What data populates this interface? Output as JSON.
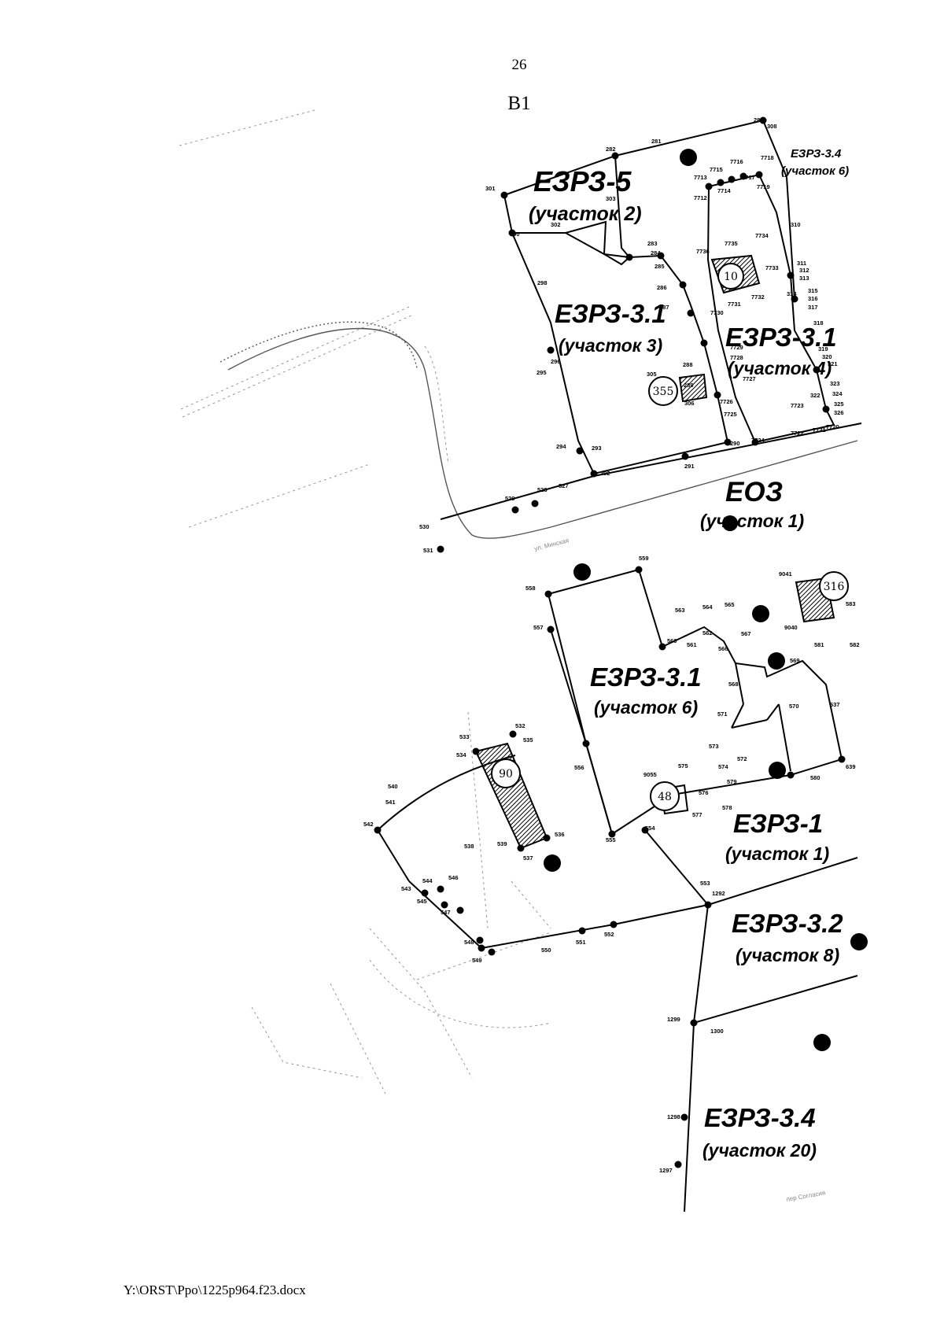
{
  "page": {
    "number": "26",
    "sheet": "В1",
    "footer_path": "Y:\\ORST\\Ppo\\1225p964.f23.docx"
  },
  "map": {
    "zones": [
      {
        "name": "ЕЗРЗ-5",
        "plot": "(участок 2)"
      },
      {
        "name": "ЕЗРЗ-3.4",
        "plot": "(участок 6)"
      },
      {
        "name": "ЕЗРЗ-3.1",
        "plot": "(участок 3)"
      },
      {
        "name": "ЕЗРЗ-3.1",
        "plot": "(участок 4)"
      },
      {
        "name": "ЕОЗ",
        "plot": "(участок 1)"
      },
      {
        "name": "ЕЗРЗ-3.1",
        "plot": "(участок 6)"
      },
      {
        "name": "ЕЗРЗ-1",
        "plot": "(участок 1)"
      },
      {
        "name": "ЕЗРЗ-3.2",
        "plot": "(участок 8)"
      },
      {
        "name": "ЕЗРЗ-3.4",
        "plot": "(участок 20)"
      }
    ],
    "objects": [
      "10",
      "355",
      "316",
      "90",
      "48"
    ],
    "point_labels": [
      "280",
      "308",
      "281",
      "282",
      "301",
      "302",
      "303",
      "300",
      "298",
      "296",
      "295",
      "294",
      "293",
      "292",
      "283",
      "284",
      "285",
      "286",
      "287",
      "288",
      "289",
      "290",
      "291",
      "305",
      "306",
      "7715",
      "7716",
      "7718",
      "7713",
      "7714",
      "7717",
      "7719",
      "7712",
      "7736",
      "7735",
      "7734",
      "7733",
      "7732",
      "7731",
      "7730",
      "7729",
      "7728",
      "7727",
      "7726",
      "7725",
      "7724",
      "7723",
      "7722",
      "7721",
      "7720",
      "310",
      "311",
      "312",
      "313",
      "314",
      "315",
      "316",
      "317",
      "318",
      "319",
      "320",
      "321",
      "322",
      "323",
      "324",
      "325",
      "326",
      "527",
      "528",
      "529",
      "530",
      "531",
      "559",
      "558",
      "557",
      "556",
      "555",
      "554",
      "553",
      "1292",
      "563",
      "564",
      "565",
      "562",
      "561",
      "560",
      "566",
      "567",
      "568",
      "569",
      "570",
      "571",
      "572",
      "573",
      "574",
      "575",
      "576",
      "577",
      "578",
      "579",
      "580",
      "581",
      "582",
      "583",
      "637",
      "639",
      "9041",
      "9040",
      "9055",
      "532",
      "533",
      "534",
      "535",
      "536",
      "537",
      "538",
      "539",
      "540",
      "541",
      "542",
      "543",
      "544",
      "545",
      "546",
      "547",
      "548",
      "549",
      "550",
      "551",
      "552",
      "1299",
      "1300",
      "1298",
      "1297"
    ],
    "road_labels": [
      "ул. Минская",
      "пер Согласия"
    ]
  }
}
